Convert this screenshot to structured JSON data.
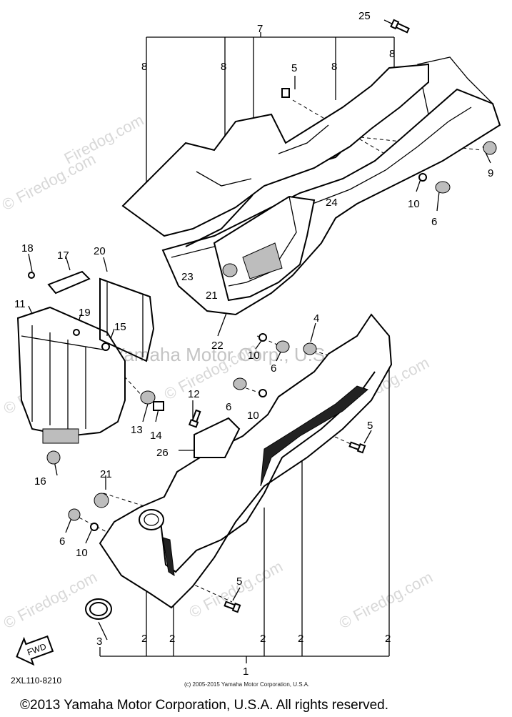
{
  "diagram": {
    "callouts": {
      "c1": "1",
      "c2a": "2",
      "c2b": "2",
      "c2c": "2",
      "c2d": "2",
      "c2e": "2",
      "c3": "3",
      "c4": "4",
      "c5a": "5",
      "c5b": "5",
      "c5c": "5",
      "c6a": "6",
      "c6b": "6",
      "c6c": "6",
      "c6d": "6",
      "c7": "7",
      "c8a": "8",
      "c8b": "8",
      "c8c": "8",
      "c8d": "8",
      "c9": "9",
      "c10a": "10",
      "c10b": "10",
      "c10c": "10",
      "c10d": "10",
      "c11": "11",
      "c12": "12",
      "c13": "13",
      "c14": "14",
      "c15": "15",
      "c16": "16",
      "c17": "17",
      "c18": "18",
      "c19": "19",
      "c20": "20",
      "c21a": "21",
      "c21b": "21",
      "c22": "22",
      "c23": "23",
      "c24": "24",
      "c25": "25",
      "c26": "26"
    },
    "fwd_label": "FWD",
    "diagram_code": "2XL110-8210",
    "small_copyright": "(c) 2005-2015 Yamaha Motor Corporation, U.S.A.",
    "watermark_center": "Yamaha Motor Corp., U.S.A.",
    "watermark_site": "© Firedog.com",
    "watermark_site_alt": "Firedog.com"
  },
  "footer": {
    "copyright": "©2013 Yamaha Motor Corporation, U.S.A. All rights reserved."
  }
}
